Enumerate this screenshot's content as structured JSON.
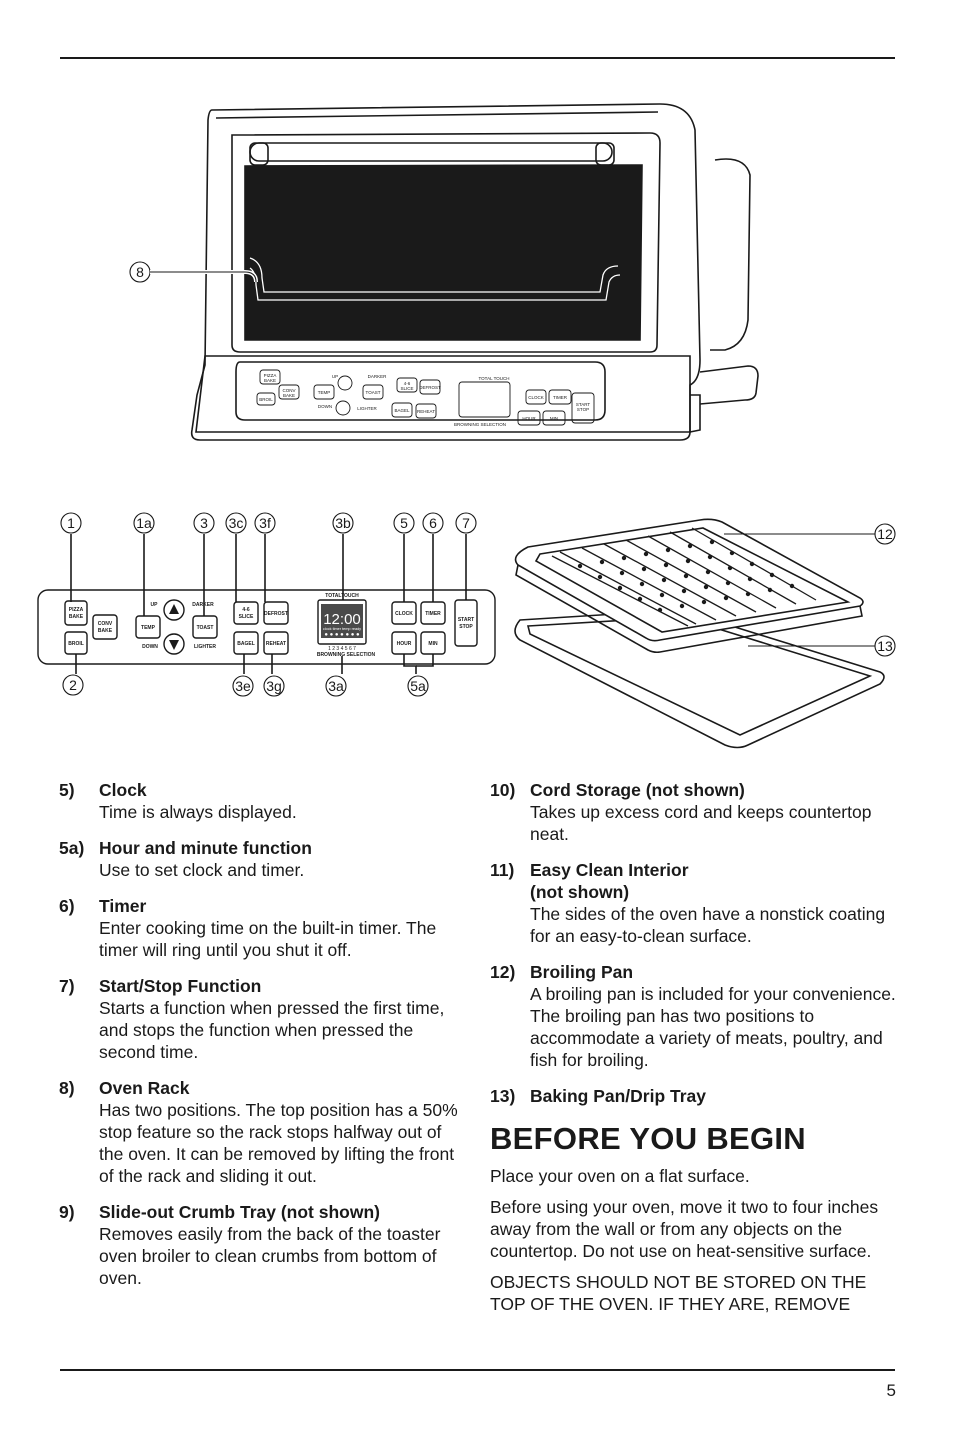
{
  "oven": {
    "callout_8": "8",
    "panel": {
      "pizza_bake": [
        "PIZZA",
        "BAKE"
      ],
      "broil": "BROIL",
      "conv_bake": [
        "CONV",
        "BAKE"
      ],
      "temp": "TEMP",
      "up": "UP",
      "down": "DOWN",
      "toast": "TOAST",
      "darker": "DARKER",
      "lighter": "LIGHTER",
      "slice": [
        "4-6",
        "SLICE"
      ],
      "bagel": "BAGEL",
      "defrost": "DEFROST",
      "reheat": "REHEAT",
      "brand": "TOTAL TOUCH",
      "clock": "CLOCK",
      "timer": "TIMER",
      "start_stop": [
        "START",
        "STOP"
      ],
      "hour": "HOUR",
      "min": "MIN",
      "browning": "BROWNING SELECTION"
    }
  },
  "panel_callouts": {
    "top": [
      "1",
      "1a",
      "3",
      "3c",
      "3f",
      "3b",
      "5",
      "6",
      "7"
    ],
    "bottom": [
      "2",
      "3e",
      "3g",
      "3a",
      "5a"
    ]
  },
  "panel": {
    "pizza_bake": [
      "PIZZA",
      "BAKE"
    ],
    "broil": "BROIL",
    "conv_bake": [
      "CONV",
      "BAKE"
    ],
    "temp": "TEMP",
    "up": "UP",
    "down": "DOWN",
    "toast": "TOAST",
    "darker": "DARKER",
    "lighter": "LIGHTER",
    "slice": [
      "4-6",
      "SLICE"
    ],
    "bagel": "BAGEL",
    "defrost": "DEFROST",
    "reheat": "REHEAT",
    "brand": "TOTALTOUCH",
    "display": "12:00",
    "display_row": "clock timer temp ready",
    "display_digits": "1 2 3 4 5 6 7",
    "browning": "BROWNING SELECTION",
    "clock": "CLOCK",
    "timer": "TIMER",
    "start_stop": [
      "START",
      "STOP"
    ],
    "hour": "HOUR",
    "min": "MIN"
  },
  "pan_callouts": [
    "12",
    "13"
  ],
  "left_items": [
    {
      "num": "5)",
      "title": "Clock",
      "desc": "Time is always displayed."
    },
    {
      "num": "5a)",
      "title": "Hour and minute function",
      "desc": "Use to set clock and timer."
    },
    {
      "num": "6)",
      "title": "Timer",
      "desc": "Enter cooking time on the built-in timer. The timer will ring until you shut it off."
    },
    {
      "num": "7)",
      "title": "Start/Stop Function",
      "desc": "Starts a function when pressed the first time, and stops the function when pressed the second time."
    },
    {
      "num": "8)",
      "title": "Oven Rack",
      "desc": "Has two positions. The top position has a 50% stop feature so the rack stops halfway out of the oven. It can be removed by lifting the front of the rack and sliding it out."
    },
    {
      "num": "9)",
      "title": "Slide-out Crumb Tray (not shown)",
      "desc": "Removes easily from the back of the toaster oven broiler to clean crumbs from bottom of oven."
    }
  ],
  "right_items": [
    {
      "num": "10)",
      "title": "Cord Storage (not shown)",
      "desc": "Takes up excess cord and keeps countertop neat."
    },
    {
      "num": "11)",
      "title": "Easy Clean Interior (not shown)",
      "desc": "The sides of the oven have a nonstick coating for an easy-to-clean surface."
    },
    {
      "num": "12)",
      "title": "Broiling Pan",
      "desc": "A broiling pan is included for your convenience. The broiling pan has two positions to accommodate a variety of meats, poultry, and fish for broiling."
    },
    {
      "num": "13)",
      "title": "Baking Pan/Drip Tray",
      "desc": ""
    }
  ],
  "section": {
    "title": "BEFORE YOU BEGIN",
    "paragraphs": [
      "Place your oven on a flat surface.",
      "Before using your oven, move it two to four inches away from the wall or from any objects on the countertop. Do not use on heat-sensitive surface.",
      "OBJECTS SHOULD NOT BE STORED ON THE TOP OF THE OVEN. IF THEY ARE, REMOVE"
    ]
  },
  "page_number": "5"
}
